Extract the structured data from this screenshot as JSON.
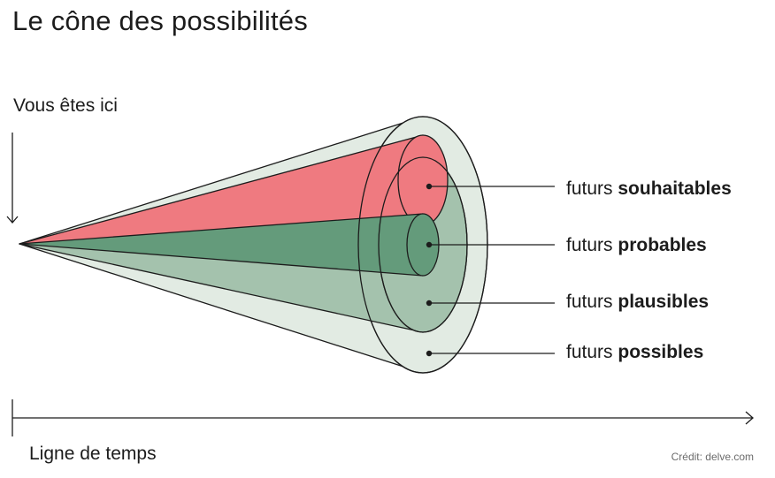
{
  "title": "Le cône des possibilités",
  "you_are_here": "Vous êtes ici",
  "timeline_label": "Ligne de temps",
  "credit": "Crédit: delve.com",
  "colors": {
    "possible": "#e2ebe3",
    "plausible": "#a4c2ad",
    "probable": "#649b7b",
    "preferable": "#ef7a80",
    "stroke": "#1c1c1c"
  },
  "futures": [
    {
      "prefix": "futurs",
      "name": "souhaitables"
    },
    {
      "prefix": "futurs",
      "name": "probables"
    },
    {
      "prefix": "futurs",
      "name": "plausibles"
    },
    {
      "prefix": "futurs",
      "name": "possibles"
    }
  ]
}
